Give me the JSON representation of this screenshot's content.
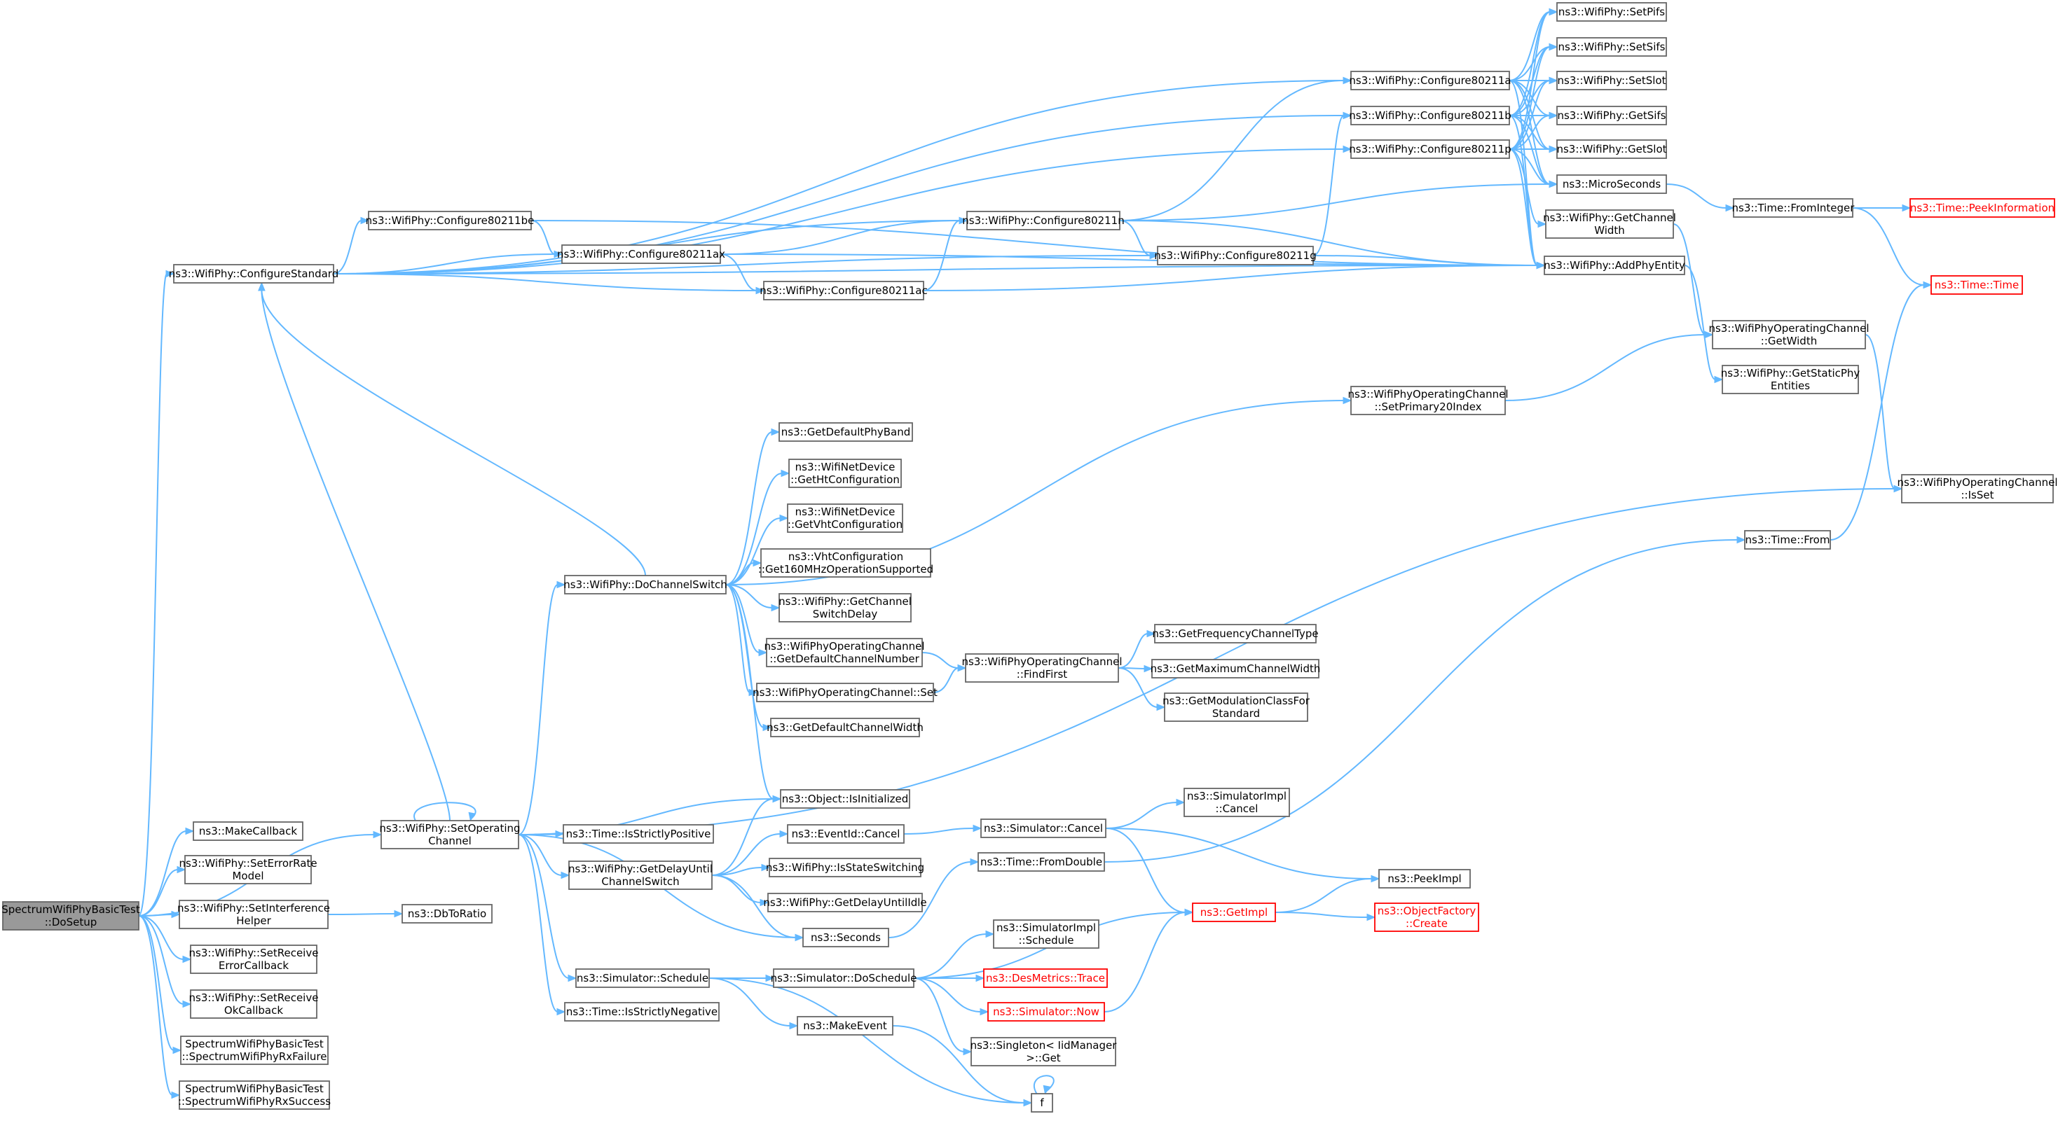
{
  "graph": {
    "title": "",
    "colors": {
      "edge": "#63b8ff",
      "node_border": "#666666",
      "root_fill": "#999999",
      "incomplete_border": "#ff0000"
    },
    "nodes": [
      {
        "id": "dosetup",
        "lines": [
          "SpectrumWifiPhyBasicTest",
          "::DoSetup"
        ],
        "root": true
      },
      {
        "id": "configurestandard",
        "lines": [
          "ns3::WifiPhy::ConfigureStandard"
        ]
      },
      {
        "id": "configure80211be",
        "lines": [
          "ns3::WifiPhy::Configure80211be"
        ]
      },
      {
        "id": "configure80211ax",
        "lines": [
          "ns3::WifiPhy::Configure80211ax"
        ]
      },
      {
        "id": "configure80211ac",
        "lines": [
          "ns3::WifiPhy::Configure80211ac"
        ]
      },
      {
        "id": "configure80211n",
        "lines": [
          "ns3::WifiPhy::Configure80211n"
        ]
      },
      {
        "id": "configure80211g",
        "lines": [
          "ns3::WifiPhy::Configure80211g"
        ]
      },
      {
        "id": "configure80211a",
        "lines": [
          "ns3::WifiPhy::Configure80211a"
        ]
      },
      {
        "id": "configure80211b",
        "lines": [
          "ns3::WifiPhy::Configure80211b"
        ]
      },
      {
        "id": "configure80211p",
        "lines": [
          "ns3::WifiPhy::Configure80211p"
        ]
      },
      {
        "id": "setpifs",
        "lines": [
          "ns3::WifiPhy::SetPifs"
        ]
      },
      {
        "id": "setsifs",
        "lines": [
          "ns3::WifiPhy::SetSifs"
        ]
      },
      {
        "id": "setslot",
        "lines": [
          "ns3::WifiPhy::SetSlot"
        ]
      },
      {
        "id": "getsifs",
        "lines": [
          "ns3::WifiPhy::GetSifs"
        ]
      },
      {
        "id": "getslot",
        "lines": [
          "ns3::WifiPhy::GetSlot"
        ]
      },
      {
        "id": "microseconds",
        "lines": [
          "ns3::MicroSeconds"
        ]
      },
      {
        "id": "getchannelwidth",
        "lines": [
          "ns3::WifiPhy::GetChannel",
          "Width"
        ]
      },
      {
        "id": "addphyentity",
        "lines": [
          "ns3::WifiPhy::AddPhyEntity"
        ]
      },
      {
        "id": "fromintegertime",
        "lines": [
          "ns3::Time::FromInteger"
        ]
      },
      {
        "id": "peekinformation",
        "lines": [
          "ns3::Time::PeekInformation"
        ],
        "red": true
      },
      {
        "id": "timetime",
        "lines": [
          "ns3::Time::Time"
        ],
        "red": true
      },
      {
        "id": "opchgetwidth",
        "lines": [
          "ns3::WifiPhyOperatingChannel",
          "::GetWidth"
        ]
      },
      {
        "id": "getstaticphy",
        "lines": [
          "ns3::WifiPhy::GetStaticPhy",
          "Entities"
        ]
      },
      {
        "id": "setprimary20",
        "lines": [
          "ns3::WifiPhyOperatingChannel",
          "::SetPrimary20Index"
        ]
      },
      {
        "id": "opchisset",
        "lines": [
          "ns3::WifiPhyOperatingChannel",
          "::IsSet"
        ]
      },
      {
        "id": "timefrom",
        "lines": [
          "ns3::Time::From"
        ]
      },
      {
        "id": "getdefaultphyband",
        "lines": [
          "ns3::GetDefaultPhyBand"
        ]
      },
      {
        "id": "gethtconfig",
        "lines": [
          "ns3::WifiNetDevice",
          "::GetHtConfiguration"
        ]
      },
      {
        "id": "getvhtconfig",
        "lines": [
          "ns3::WifiNetDevice",
          "::GetVhtConfiguration"
        ]
      },
      {
        "id": "get160mhz",
        "lines": [
          "ns3::VhtConfiguration",
          "::Get160MHzOperationSupported"
        ]
      },
      {
        "id": "getchannelswitchdelay",
        "lines": [
          "ns3::WifiPhy::GetChannel",
          "SwitchDelay"
        ]
      },
      {
        "id": "getdefaultchannelnumber",
        "lines": [
          "ns3::WifiPhyOperatingChannel",
          "::GetDefaultChannelNumber"
        ]
      },
      {
        "id": "opchset",
        "lines": [
          "ns3::WifiPhyOperatingChannel::Set"
        ]
      },
      {
        "id": "getdefaultchannelwidth",
        "lines": [
          "ns3::GetDefaultChannelWidth"
        ]
      },
      {
        "id": "findfirst",
        "lines": [
          "ns3::WifiPhyOperatingChannel",
          "::FindFirst"
        ]
      },
      {
        "id": "getfrequencychanneltype",
        "lines": [
          "ns3::GetFrequencyChannelType"
        ]
      },
      {
        "id": "getmaximumchannelwidth",
        "lines": [
          "ns3::GetMaximumChannelWidth"
        ]
      },
      {
        "id": "getmodulationclassfor",
        "lines": [
          "ns3::GetModulationClassFor",
          "Standard"
        ]
      },
      {
        "id": "dochannelswitch",
        "lines": [
          "ns3::WifiPhy::DoChannelSwitch"
        ]
      },
      {
        "id": "objectisinitialized",
        "lines": [
          "ns3::Object::IsInitialized"
        ]
      },
      {
        "id": "makecallback",
        "lines": [
          "ns3::MakeCallback"
        ]
      },
      {
        "id": "seterrorrate",
        "lines": [
          "ns3::WifiPhy::SetErrorRate",
          "Model"
        ]
      },
      {
        "id": "setinterference",
        "lines": [
          "ns3::WifiPhy::SetInterference",
          "Helper"
        ]
      },
      {
        "id": "dbtoratio",
        "lines": [
          "ns3::DbToRatio"
        ]
      },
      {
        "id": "setreceiveerror",
        "lines": [
          "ns3::WifiPhy::SetReceive",
          "ErrorCallback"
        ]
      },
      {
        "id": "setreceiveok",
        "lines": [
          "ns3::WifiPhy::SetReceive",
          "OkCallback"
        ]
      },
      {
        "id": "rxfailure",
        "lines": [
          "SpectrumWifiPhyBasicTest",
          "::SpectrumWifiPhyRxFailure"
        ]
      },
      {
        "id": "rxsuccess",
        "lines": [
          "SpectrumWifiPhyBasicTest",
          "::SpectrumWifiPhyRxSuccess"
        ]
      },
      {
        "id": "setoperatingchannel",
        "lines": [
          "ns3::WifiPhy::SetOperating",
          "Channel"
        ]
      },
      {
        "id": "isstrictlypositive",
        "lines": [
          "ns3::Time::IsStrictlyPositive"
        ]
      },
      {
        "id": "getdelayuntilchannelswitch",
        "lines": [
          "ns3::WifiPhy::GetDelayUntil",
          "ChannelSwitch"
        ]
      },
      {
        "id": "eventidcancel",
        "lines": [
          "ns3::EventId::Cancel"
        ]
      },
      {
        "id": "isstateswitching",
        "lines": [
          "ns3::WifiPhy::IsStateSwitching"
        ]
      },
      {
        "id": "getdelayuntilidle",
        "lines": [
          "ns3::WifiPhy::GetDelayUntilIdle"
        ]
      },
      {
        "id": "seconds",
        "lines": [
          "ns3::Seconds"
        ]
      },
      {
        "id": "simulatorcancel",
        "lines": [
          "ns3::Simulator::Cancel"
        ]
      },
      {
        "id": "simimplcancel",
        "lines": [
          "ns3::SimulatorImpl",
          "::Cancel"
        ]
      },
      {
        "id": "timefromdouble",
        "lines": [
          "ns3::Time::FromDouble"
        ]
      },
      {
        "id": "peekimpl",
        "lines": [
          "ns3::PeekImpl"
        ]
      },
      {
        "id": "getimpl",
        "lines": [
          "ns3::GetImpl"
        ],
        "red": true
      },
      {
        "id": "objectfactorycreate",
        "lines": [
          "ns3::ObjectFactory",
          "::Create"
        ],
        "red": true
      },
      {
        "id": "simulatorschedule",
        "lines": [
          "ns3::Simulator::Schedule"
        ]
      },
      {
        "id": "isstrictlynegative",
        "lines": [
          "ns3::Time::IsStrictlyNegative"
        ]
      },
      {
        "id": "doschedule",
        "lines": [
          "ns3::Simulator::DoSchedule"
        ]
      },
      {
        "id": "simimplschedule",
        "lines": [
          "ns3::SimulatorImpl",
          "::Schedule"
        ]
      },
      {
        "id": "desmetricstrace",
        "lines": [
          "ns3::DesMetrics::Trace"
        ],
        "red": true
      },
      {
        "id": "simulatornow",
        "lines": [
          "ns3::Simulator::Now"
        ],
        "red": true
      },
      {
        "id": "singletonget",
        "lines": [
          "ns3::Singleton< IidManager",
          " >::Get"
        ]
      },
      {
        "id": "makeevent",
        "lines": [
          "ns3::MakeEvent"
        ]
      },
      {
        "id": "f",
        "lines": [
          "f"
        ]
      }
    ],
    "edges": [
      [
        "dosetup",
        "configurestandard"
      ],
      [
        "dosetup",
        "setoperatingchannel"
      ],
      [
        "dosetup",
        "makecallback"
      ],
      [
        "dosetup",
        "seterrorrate"
      ],
      [
        "dosetup",
        "setinterference"
      ],
      [
        "dosetup",
        "setreceiveerror"
      ],
      [
        "dosetup",
        "setreceiveok"
      ],
      [
        "dosetup",
        "rxfailure"
      ],
      [
        "dosetup",
        "rxsuccess"
      ],
      [
        "configurestandard",
        "configure80211a"
      ],
      [
        "configurestandard",
        "configure80211b"
      ],
      [
        "configurestandard",
        "configure80211p"
      ],
      [
        "configurestandard",
        "configure80211n"
      ],
      [
        "configurestandard",
        "configure80211g"
      ],
      [
        "configurestandard",
        "configure80211be"
      ],
      [
        "configurestandard",
        "configure80211ax"
      ],
      [
        "configurestandard",
        "configure80211ac"
      ],
      [
        "configurestandard",
        "addphyentity"
      ],
      [
        "configure80211be",
        "configure80211ax"
      ],
      [
        "configure80211be",
        "addphyentity"
      ],
      [
        "configure80211ax",
        "configure80211n"
      ],
      [
        "configure80211ax",
        "configure80211ac"
      ],
      [
        "configure80211ax",
        "addphyentity"
      ],
      [
        "configure80211ac",
        "configure80211n"
      ],
      [
        "configure80211ac",
        "addphyentity"
      ],
      [
        "configure80211n",
        "configure80211a"
      ],
      [
        "configure80211n",
        "configure80211g"
      ],
      [
        "configure80211n",
        "microseconds"
      ],
      [
        "configure80211n",
        "addphyentity"
      ],
      [
        "configure80211g",
        "configure80211b"
      ],
      [
        "configure80211g",
        "addphyentity"
      ],
      [
        "configure80211a",
        "setpifs"
      ],
      [
        "configure80211a",
        "setsifs"
      ],
      [
        "configure80211a",
        "setslot"
      ],
      [
        "configure80211a",
        "getsifs"
      ],
      [
        "configure80211a",
        "getslot"
      ],
      [
        "configure80211a",
        "microseconds"
      ],
      [
        "configure80211a",
        "addphyentity"
      ],
      [
        "configure80211b",
        "setpifs"
      ],
      [
        "configure80211b",
        "setsifs"
      ],
      [
        "configure80211b",
        "setslot"
      ],
      [
        "configure80211b",
        "getsifs"
      ],
      [
        "configure80211b",
        "getslot"
      ],
      [
        "configure80211b",
        "microseconds"
      ],
      [
        "configure80211b",
        "addphyentity"
      ],
      [
        "configure80211p",
        "setpifs"
      ],
      [
        "configure80211p",
        "setsifs"
      ],
      [
        "configure80211p",
        "setslot"
      ],
      [
        "configure80211p",
        "getsifs"
      ],
      [
        "configure80211p",
        "getslot"
      ],
      [
        "configure80211p",
        "microseconds"
      ],
      [
        "configure80211p",
        "getchannelwidth"
      ],
      [
        "configure80211p",
        "addphyentity"
      ],
      [
        "microseconds",
        "fromintegertime"
      ],
      [
        "fromintegertime",
        "peekinformation"
      ],
      [
        "fromintegertime",
        "timetime"
      ],
      [
        "getchannelwidth",
        "opchgetwidth"
      ],
      [
        "addphyentity",
        "getstaticphy"
      ],
      [
        "opchgetwidth",
        "opchisset"
      ],
      [
        "setprimary20",
        "opchgetwidth"
      ],
      [
        "timefrom",
        "timetime"
      ],
      [
        "dochannelswitch",
        "configurestandard"
      ],
      [
        "dochannelswitch",
        "setprimary20"
      ],
      [
        "dochannelswitch",
        "getdefaultphyband"
      ],
      [
        "dochannelswitch",
        "gethtconfig"
      ],
      [
        "dochannelswitch",
        "getvhtconfig"
      ],
      [
        "dochannelswitch",
        "get160mhz"
      ],
      [
        "dochannelswitch",
        "getchannelswitchdelay"
      ],
      [
        "dochannelswitch",
        "getdefaultchannelnumber"
      ],
      [
        "dochannelswitch",
        "opchset"
      ],
      [
        "dochannelswitch",
        "getdefaultchannelwidth"
      ],
      [
        "dochannelswitch",
        "objectisinitialized"
      ],
      [
        "getdefaultchannelnumber",
        "findfirst"
      ],
      [
        "opchset",
        "findfirst"
      ],
      [
        "findfirst",
        "getfrequencychanneltype"
      ],
      [
        "findfirst",
        "getmaximumchannelwidth"
      ],
      [
        "findfirst",
        "getmodulationclassfor"
      ],
      [
        "setinterference",
        "dbtoratio"
      ],
      [
        "setoperatingchannel",
        "setoperatingchannel"
      ],
      [
        "setoperatingchannel",
        "configurestandard"
      ],
      [
        "setoperatingchannel",
        "dochannelswitch"
      ],
      [
        "setoperatingchannel",
        "objectisinitialized"
      ],
      [
        "setoperatingchannel",
        "isstrictlypositive"
      ],
      [
        "setoperatingchannel",
        "getdelayuntilchannelswitch"
      ],
      [
        "setoperatingchannel",
        "seconds"
      ],
      [
        "setoperatingchannel",
        "simulatorschedule"
      ],
      [
        "setoperatingchannel",
        "isstrictlynegative"
      ],
      [
        "setoperatingchannel",
        "opchisset"
      ],
      [
        "getdelayuntilchannelswitch",
        "objectisinitialized"
      ],
      [
        "getdelayuntilchannelswitch",
        "eventidcancel"
      ],
      [
        "getdelayuntilchannelswitch",
        "isstateswitching"
      ],
      [
        "getdelayuntilchannelswitch",
        "getdelayuntilidle"
      ],
      [
        "getdelayuntilchannelswitch",
        "seconds"
      ],
      [
        "eventidcancel",
        "simulatorcancel"
      ],
      [
        "simulatorcancel",
        "simimplcancel"
      ],
      [
        "simulatorcancel",
        "peekimpl"
      ],
      [
        "simulatorcancel",
        "getimpl"
      ],
      [
        "seconds",
        "timefromdouble"
      ],
      [
        "timefromdouble",
        "timefrom"
      ],
      [
        "getimpl",
        "peekimpl"
      ],
      [
        "getimpl",
        "objectfactorycreate"
      ],
      [
        "simulatorschedule",
        "doschedule"
      ],
      [
        "simulatorschedule",
        "makeevent"
      ],
      [
        "simulatorschedule",
        "f"
      ],
      [
        "doschedule",
        "getimpl"
      ],
      [
        "doschedule",
        "simimplschedule"
      ],
      [
        "doschedule",
        "desmetricstrace"
      ],
      [
        "doschedule",
        "simulatornow"
      ],
      [
        "doschedule",
        "singletonget"
      ],
      [
        "simulatornow",
        "getimpl"
      ],
      [
        "makeevent",
        "f"
      ],
      [
        "f",
        "f"
      ]
    ]
  }
}
